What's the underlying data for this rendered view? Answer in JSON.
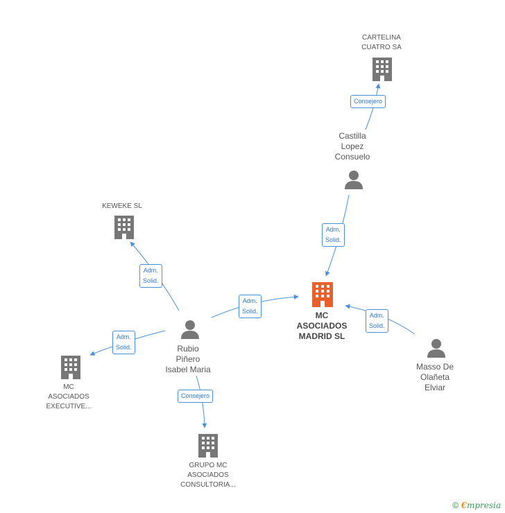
{
  "colors": {
    "edge": "#4a90d9",
    "icon_gray": "#777777",
    "icon_main": "#e8612c"
  },
  "nodes": {
    "main": {
      "label": "MC\nASOCIADOS\nMADRID SL",
      "icon": "building-icon"
    },
    "cartelina": {
      "label": "CARTELINA\nCUATRO SA",
      "icon": "building-icon"
    },
    "castilla": {
      "label": "Castilla\nLopez\nConsuelo",
      "icon": "person-icon"
    },
    "keweke": {
      "label": "KEWEKE SL",
      "icon": "building-icon"
    },
    "rubio": {
      "label": "Rubio\nPiñero\nIsabel Maria",
      "icon": "person-icon"
    },
    "masso": {
      "label": "Masso De\nOlañeta\nElviar",
      "icon": "person-icon"
    },
    "executive": {
      "label": "MC\nASOCIADOS\nEXECUTIVE...",
      "icon": "building-icon"
    },
    "grupo": {
      "label": "GRUPO MC\nASOCIADOS\nCONSULTORIA...",
      "icon": "building-icon"
    }
  },
  "edges": {
    "castilla_cartelina": "Consejero",
    "castilla_main": "Adm.\nSolid.",
    "rubio_keweke": "Adm.\nSolid.",
    "rubio_main": "Adm.\nSolid.",
    "masso_main": "Adm.\nSolid.",
    "rubio_executive": "Adm.\nSolid.",
    "rubio_grupo": "Consejero"
  },
  "footer": {
    "copyright": "©",
    "brand_first": "€",
    "brand_rest": "mpresia"
  }
}
